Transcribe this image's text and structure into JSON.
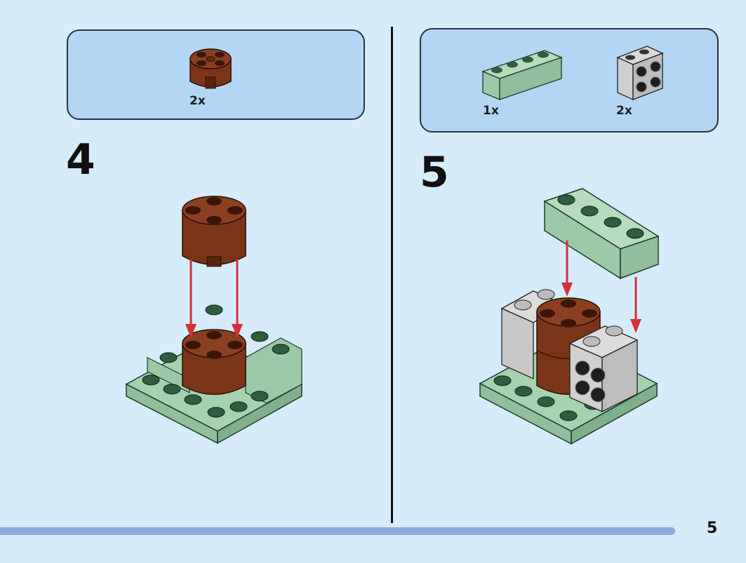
{
  "page": {
    "page_number": "5"
  },
  "steps": [
    {
      "number": "4",
      "parts": [
        {
          "qty": "2x",
          "icon": "brown-round-brick-icon",
          "color": "#7a3519"
        }
      ]
    },
    {
      "number": "5",
      "parts": [
        {
          "qty": "1x",
          "icon": "green-1x4-brick-icon",
          "color": "#a6d2b0"
        },
        {
          "qty": "2x",
          "icon": "gray-2x2-brick-with-side-studs-icon",
          "color": "#c2c2c2"
        }
      ]
    }
  ],
  "colors": {
    "background": "#d6ecfb",
    "parts_box": "#b3d6f4",
    "arrow": "#d4303a",
    "progress_bar": "#8cacdc",
    "brown_brick": "#7a3519",
    "green_brick": "#a6d2b0",
    "gray_brick": "#c2c2c2"
  }
}
